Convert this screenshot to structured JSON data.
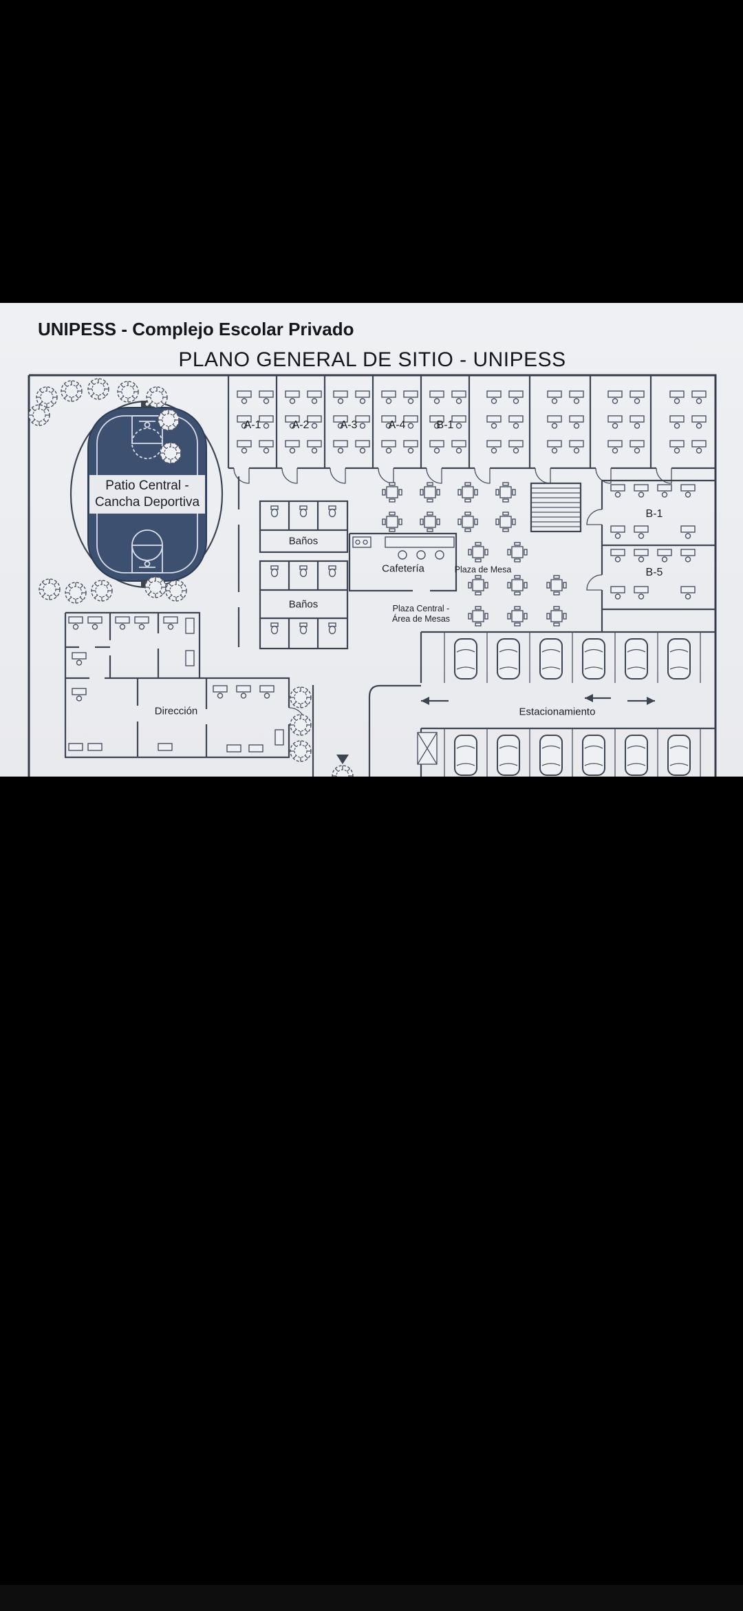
{
  "screen": {
    "header": "UNIPESS - Complejo Escolar Privado",
    "title": "PLANO GENERAL DE SITIO - UNIPESS"
  },
  "plan": {
    "court_label": {
      "line1": "Patio Central -",
      "line2": "Cancha Deportiva"
    },
    "classrooms_top": [
      {
        "label": "A-1"
      },
      {
        "label": "A-2"
      },
      {
        "label": "A-3"
      },
      {
        "label": "A-4"
      },
      {
        "label": "B-1"
      }
    ],
    "rooms_right": [
      {
        "label": "B-1"
      },
      {
        "label": "B-5"
      }
    ],
    "restrooms": {
      "label_1": "Baños",
      "label_2": "Baños"
    },
    "cafeteria_label": "Cafetería",
    "plaza_mesa_label": "Plaza de Mesa",
    "plaza_central_label": {
      "line1": "Plaza Central -",
      "line2": "Área de Mesas"
    },
    "direccion_label": "Dirección",
    "estacionamiento_label": "Estacionamiento"
  },
  "colors": {
    "letterbox": "#000000",
    "paper": "#eef0f3",
    "ink": "#3d434f",
    "court_fill": "#3e5070",
    "court_lines": "#d8deea",
    "text": "#1a1d24"
  }
}
